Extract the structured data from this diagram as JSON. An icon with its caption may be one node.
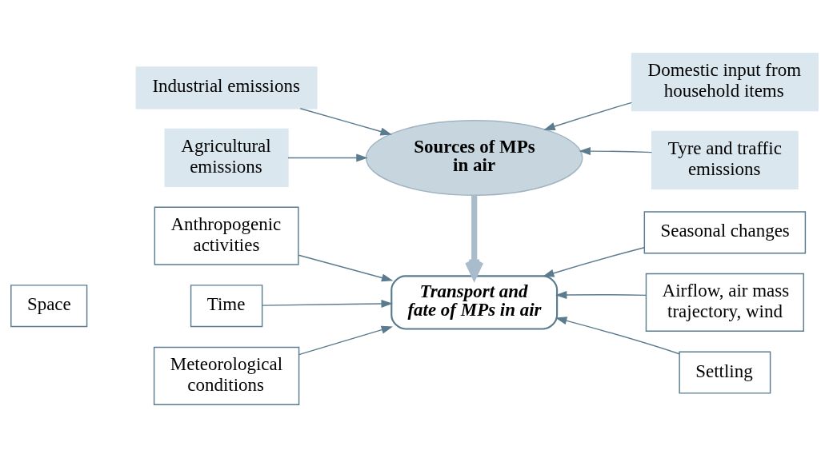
{
  "diagram": {
    "nodes": [
      {
        "text": [
          "Industrial emissions"
        ]
      },
      {
        "text": [
          "Domestic input from household items"
        ]
      },
      {
        "text": [
          "Sources of MPs in air"
        ]
      },
      {
        "text": [
          "Agricultural emissions"
        ]
      },
      {
        "text": [
          "Tyre and traffic emissions"
        ]
      },
      {
        "text": [
          "Anthropogenic activities"
        ]
      },
      {
        "text": [
          "Seasonal changes"
        ]
      },
      {
        "text": [
          "Transport and fate of MPs in air"
        ]
      },
      {
        "text": [
          "Space"
        ]
      },
      {
        "text": [
          "Time"
        ]
      },
      {
        "text": [
          "Airflow, air mass trajectory, wind"
        ]
      },
      {
        "text": [
          "Meteorological conditions"
        ]
      },
      {
        "text": [
          "Settling"
        ]
      }
    ],
    "edges": [
      {
        "from": 0,
        "to": 2,
        "arrow": "to"
      },
      {
        "from": 1,
        "to": 2,
        "arrow": "to"
      },
      {
        "from": 3,
        "to": 2,
        "arrow": "to"
      },
      {
        "from": 4,
        "to": 2,
        "arrow": "to"
      },
      {
        "from": 2,
        "to": 7,
        "arrow": "to",
        "style": "thick"
      },
      {
        "from": 5,
        "to": 7,
        "arrow": "to"
      },
      {
        "from": 6,
        "to": 7,
        "arrow": "to"
      },
      {
        "from": 9,
        "to": 7,
        "arrow": "to"
      },
      {
        "from": 10,
        "to": 7,
        "arrow": "to"
      },
      {
        "from": 11,
        "to": 7,
        "arrow": "to"
      },
      {
        "from": 12,
        "to": 7,
        "arrow": "to"
      }
    ]
  }
}
